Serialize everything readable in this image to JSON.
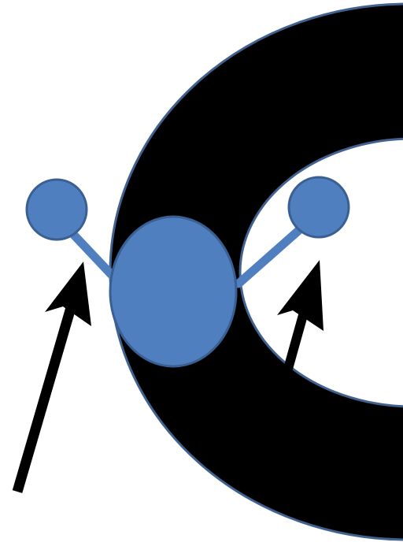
{
  "colors": {
    "background": "#ffffff",
    "ring_fill": "#000000",
    "ring_stroke": "#41618f",
    "node_fill": "#4f7fbe",
    "node_stroke": "#3a5f92",
    "connector": "#4f7fbe",
    "arrow": "#000000"
  },
  "elements": {
    "ring": "ring",
    "central_node": "central-node",
    "outer_node": "outer-node",
    "inner_node": "inner-node",
    "outer_arrow": "outer-arrow",
    "inner_arrow": "inner-arrow"
  }
}
